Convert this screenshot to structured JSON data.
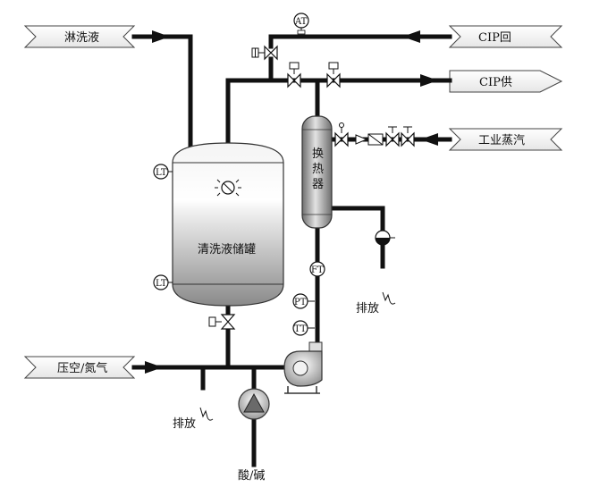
{
  "streams": {
    "rinse": "淋洗液",
    "cip_return": "CIP回",
    "cip_supply": "CIP供",
    "steam": "工业蒸汽",
    "air_nitrogen": "压空/氮气"
  },
  "tank": {
    "label": "清洗液储罐"
  },
  "heat_exchanger": {
    "label": "换热器"
  },
  "instruments": {
    "at": "AT",
    "lt_top": "LT",
    "lt_bottom": "LT",
    "ft": "FT",
    "pt": "PT",
    "tt": "TT"
  },
  "drains": {
    "right": "排放",
    "left": "排放"
  },
  "acid_alkali": "酸/碱"
}
